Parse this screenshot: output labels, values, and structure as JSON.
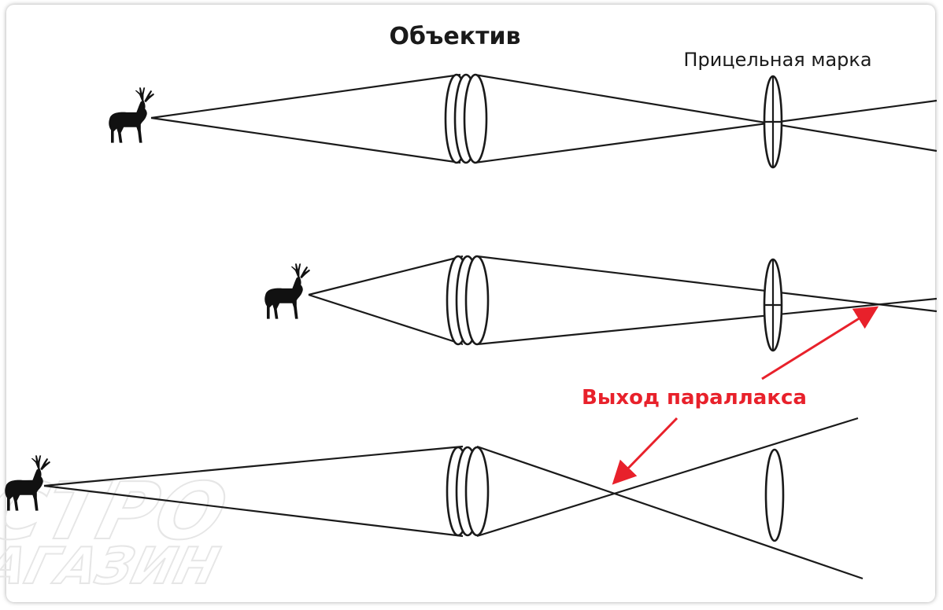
{
  "labels": {
    "objective": "Объектив",
    "reticle": "Прицельная марка",
    "parallax": "Выход параллакса"
  },
  "watermark": {
    "line1": "АСТРО",
    "line2": "МАГАЗИН"
  },
  "colors": {
    "ray": "#1a1a1a",
    "accent": "#e8212b",
    "watermark": "#e6e6e6"
  },
  "icons": [
    "deer-icon",
    "lens-icon",
    "reticle-icon",
    "arrow-icon"
  ]
}
